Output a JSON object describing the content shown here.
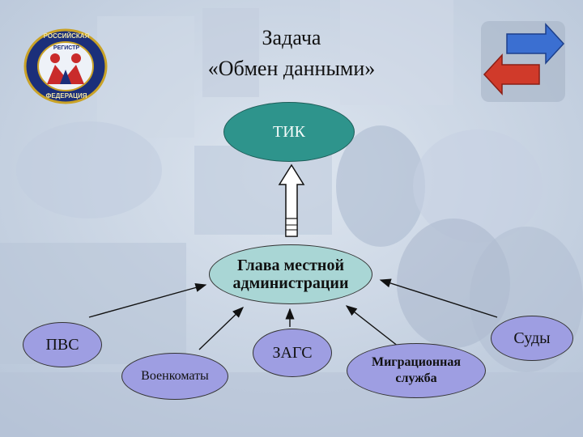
{
  "title": {
    "line1": "Задача",
    "line2": "«Обмен данными»"
  },
  "logo": {
    "top_text": "РОССИЙСКАЯ",
    "middle_text": "РЕГИСТР",
    "bottom_text": "ФЕДЕРАЦИЯ"
  },
  "nodes": {
    "tik": "ТИК",
    "glava_line1": "Глава местной",
    "glava_line2": "администрации",
    "pvs": "ПВС",
    "sudy": "Суды",
    "voenkomaty": "Военкоматы",
    "zags": "ЗАГС",
    "migr_line1": "Миграционная",
    "migr_line2": "служба"
  },
  "colors": {
    "background": "#c9d4e2",
    "tik_fill": "#2e948c",
    "glava_fill": "#a9d6d5",
    "source_fill": "#9e9ee2",
    "logo_ring": "#1b2f7a",
    "exchange_blue": "#3b6fd1",
    "exchange_red": "#d03a2a"
  }
}
